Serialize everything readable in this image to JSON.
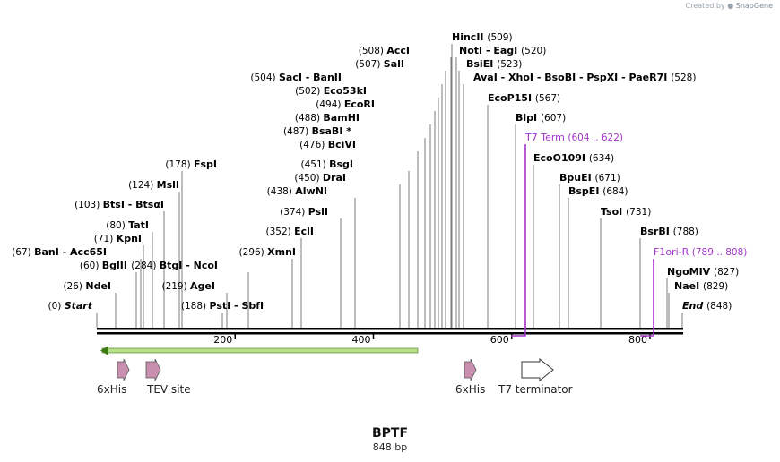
{
  "credit": {
    "prefix": "Created by",
    "brand": "SnapGene"
  },
  "map": {
    "name": "BPTF",
    "length_label": "848 bp",
    "length": 848
  },
  "sites": [
    {
      "name": "Start",
      "pos": "(0)",
      "italic": true
    },
    {
      "name": "NdeI",
      "pos": "(26)"
    },
    {
      "name": "BglII",
      "pos": "(60)"
    },
    {
      "name": "BanI  -  Acc65I",
      "pos": "(67)"
    },
    {
      "name": "KpnI",
      "pos": "(71)"
    },
    {
      "name": "TatI",
      "pos": "(80)"
    },
    {
      "name": "BtsI  -  BtsαI",
      "pos": "(103)"
    },
    {
      "name": "MslI",
      "pos": "(124)"
    },
    {
      "name": "FspI",
      "pos": "(178)"
    },
    {
      "name": "PstI  -  SbfI",
      "pos": "(188)",
      "pos_left": true
    },
    {
      "name": "AgeI",
      "pos": "(219)"
    },
    {
      "name": "BtgI  -  NcoI",
      "pos": "(284)"
    },
    {
      "name": "XmnI",
      "pos": "(296)"
    },
    {
      "name": "EclI",
      "pos": "(352)"
    },
    {
      "name": "PslI",
      "pos": "(374)"
    },
    {
      "name": "AlwNI",
      "pos": "(438)"
    },
    {
      "name": "DraI",
      "pos": "(450)"
    },
    {
      "name": "BsgI",
      "pos": "(451)"
    },
    {
      "name": "BciVI",
      "pos": "(476)"
    },
    {
      "name": "BsaBI *",
      "pos": "(487)"
    },
    {
      "name": "BamHI",
      "pos": "(488)"
    },
    {
      "name": "EcoRI",
      "pos": "(494)"
    },
    {
      "name": "Eco53kI",
      "pos": "(502)"
    },
    {
      "name": "SacI  -  BanII",
      "pos": "(504)"
    },
    {
      "name": "SalI",
      "pos": "(507)"
    },
    {
      "name": "AccI",
      "pos": "(508)"
    },
    {
      "name": "HincII",
      "pos": "(509)",
      "pos_right": true
    },
    {
      "name": "NotI  -  EagI",
      "pos": "(520)",
      "pos_right": true
    },
    {
      "name": "BsiEI",
      "pos": "(523)",
      "pos_right": true
    },
    {
      "name": "AvaI  -  XhoI  -  BsoBI  -  PspXI  -  PaeR7I",
      "pos": "(528)",
      "pos_right": true
    },
    {
      "name": "EcoP15I",
      "pos": "(567)",
      "pos_right": true
    },
    {
      "name": "BlpI",
      "pos": "(607)",
      "pos_right": true
    },
    {
      "name": "T7 Term",
      "pos": "(604 .. 622)",
      "pos_right": true,
      "feature": true
    },
    {
      "name": "EcoO109I",
      "pos": "(634)",
      "pos_right": true
    },
    {
      "name": "BpuEI",
      "pos": "(671)",
      "pos_right": true
    },
    {
      "name": "BspEI",
      "pos": "(684)",
      "pos_right": true
    },
    {
      "name": "TsoI",
      "pos": "(731)",
      "pos_right": true
    },
    {
      "name": "BsrBI",
      "pos": "(788)",
      "pos_right": true
    },
    {
      "name": "F1ori-R",
      "pos": "(789 .. 808)",
      "pos_right": true,
      "feature": true
    },
    {
      "name": "NgoMIV",
      "pos": "(827)",
      "pos_right": true
    },
    {
      "name": "NaeI",
      "pos": "(829)",
      "pos_right": true
    },
    {
      "name": "End",
      "pos": "(848)",
      "italic": true,
      "pos_right": true
    }
  ],
  "ruler": {
    "ticks": [
      "200",
      "400",
      "600",
      "800"
    ]
  },
  "features": [
    {
      "name": "6xHis",
      "kind": "arrow"
    },
    {
      "name": "TEV site",
      "kind": "arrow"
    },
    {
      "name": "6xHis",
      "kind": "arrow"
    },
    {
      "name": "T7 terminator",
      "kind": "terminator"
    }
  ],
  "colors": {
    "feature_label": "#a335c8",
    "orf": "#b9e089",
    "orf_stroke": "#3c7a16",
    "feature_fill": "#c98fae",
    "line": "#000000"
  }
}
